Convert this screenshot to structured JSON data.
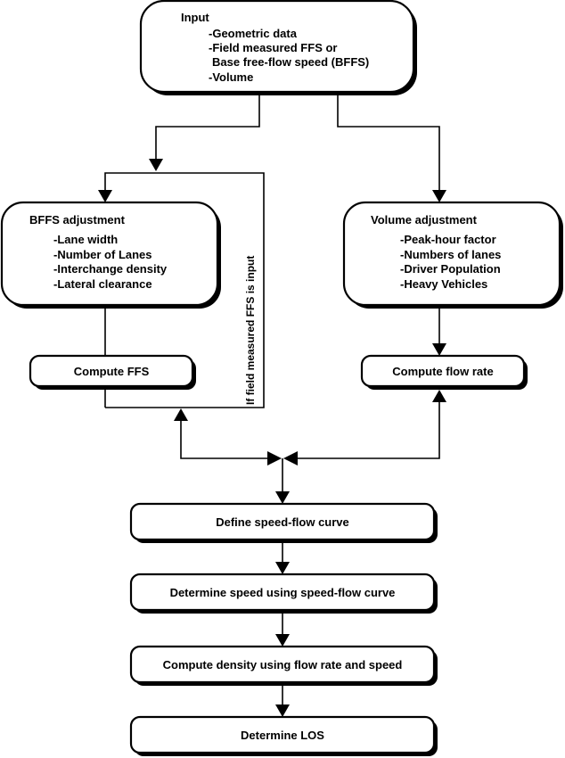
{
  "input": {
    "title": "Input",
    "items": [
      "-Geometric data",
      "-Field measured FFS or",
      "Base free-flow speed (BFFS)",
      "-Volume"
    ]
  },
  "bffs": {
    "title": "BFFS adjustment",
    "items": [
      "-Lane width",
      "-Number of Lanes",
      "-Interchange density",
      "-Lateral clearance"
    ]
  },
  "volume": {
    "title": "Volume adjustment",
    "items": [
      "-Peak-hour factor",
      "-Numbers of lanes",
      "-Driver Population",
      "-Heavy Vehicles"
    ]
  },
  "bypass_label": "If field measured FFS is input",
  "compute_ffs": "Compute FFS",
  "compute_flow": "Compute flow rate",
  "steps": [
    "Define speed-flow curve",
    "Determine speed using speed-flow curve",
    "Compute density using flow rate and speed",
    "Determine LOS"
  ]
}
